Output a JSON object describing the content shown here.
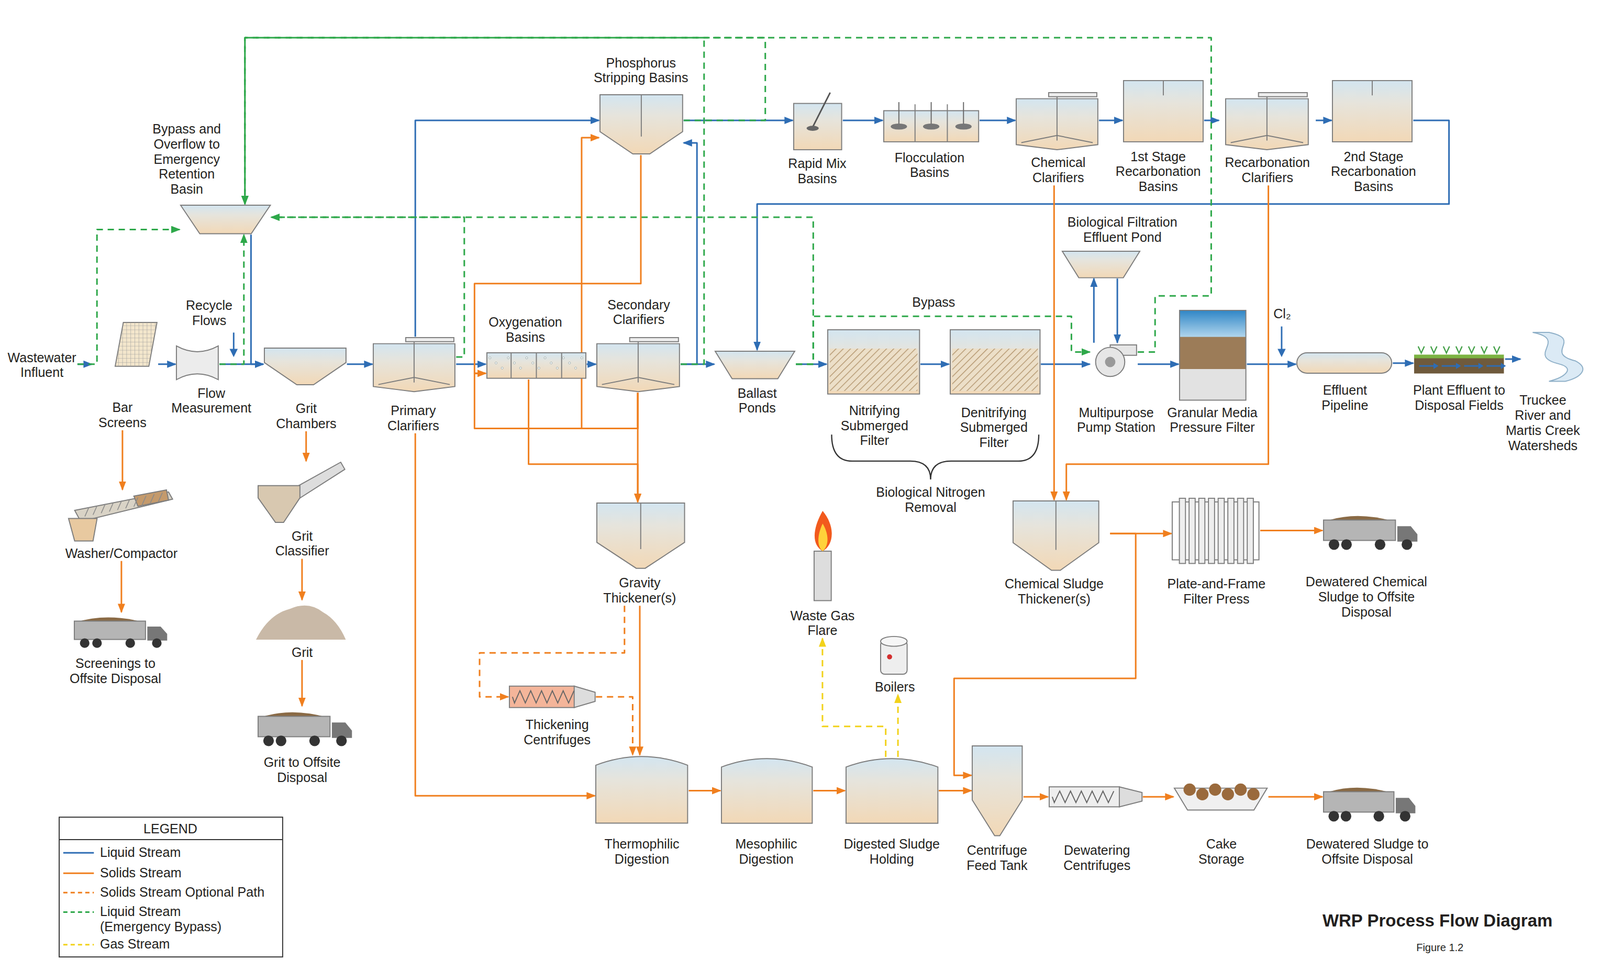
{
  "diagram": {
    "title": "WRP Process Flow Diagram",
    "caption": "Figure 1.2",
    "nodes": [
      {
        "text": [
          "Wastewater Influent"
        ]
      },
      {
        "text": [
          "Bar Screens"
        ]
      },
      {
        "text": [
          "Flow Measurement"
        ]
      },
      {
        "text": [
          "Grit Chambers"
        ]
      },
      {
        "text": [
          "Primary Clarifiers"
        ]
      },
      {
        "text": [
          "Oxygenation Basins"
        ]
      },
      {
        "text": [
          "Secondary Clarifiers"
        ]
      },
      {
        "text": [
          "Phosphorus Stripping Basins"
        ]
      },
      {
        "text": [
          "Rapid Mix Basins"
        ]
      },
      {
        "text": [
          "Flocculation Basins"
        ]
      },
      {
        "text": [
          "Chemical Clarifiers"
        ]
      },
      {
        "text": [
          "1st Stage Recarbonation Basins"
        ]
      },
      {
        "text": [
          "Recarbonation Clarifiers"
        ]
      },
      {
        "text": [
          "2nd Stage Recarbonation Basins"
        ]
      },
      {
        "text": [
          "Ballast Ponds"
        ]
      },
      {
        "text": [
          "Nitrifying Submerged Filter"
        ]
      },
      {
        "text": [
          "Denitrifying Submerged Filter"
        ]
      },
      {
        "text": [
          "Biological Filtration Effluent Pond"
        ]
      },
      {
        "text": [
          "Multipurpose Pump Station"
        ]
      },
      {
        "text": [
          "Granular Media Pressure Filter"
        ]
      },
      {
        "text": [
          "Effluent Pipeline"
        ]
      },
      {
        "text": [
          "Plant Effluent to Disposal Fields"
        ]
      },
      {
        "text": [
          "Truckee River and Martis Creek Watersheds"
        ]
      },
      {
        "text": [
          "Bypass and Overflow to Emergency Retention Basin"
        ]
      },
      {
        "text": [
          "Washer/Compactor"
        ]
      },
      {
        "text": [
          "Screenings to Offsite Disposal"
        ]
      },
      {
        "text": [
          "Grit Classifier"
        ]
      },
      {
        "text": [
          "Grit"
        ]
      },
      {
        "text": [
          "Grit to Offsite Disposal"
        ]
      },
      {
        "text": [
          "Gravity Thickener(s)"
        ]
      },
      {
        "text": [
          "Thickening Centrifuges"
        ]
      },
      {
        "text": [
          "Thermophilic Digestion"
        ]
      },
      {
        "text": [
          "Mesophilic Digestion"
        ]
      },
      {
        "text": [
          "Digested Sludge Holding"
        ]
      },
      {
        "text": [
          "Waste Gas Flare"
        ]
      },
      {
        "text": [
          "Boilers"
        ]
      },
      {
        "text": [
          "Centrifuge Feed Tank"
        ]
      },
      {
        "text": [
          "Dewatering Centrifuges"
        ]
      },
      {
        "text": [
          "Cake Storage"
        ]
      },
      {
        "text": [
          "Dewatered Sludge to Offsite Disposal"
        ]
      },
      {
        "text": [
          "Chemical Sludge Thickener(s)"
        ]
      },
      {
        "text": [
          "Plate-and-Frame Filter Press"
        ]
      },
      {
        "text": [
          "Dewatered Chemical Sludge to Offsite Disposal"
        ]
      }
    ],
    "edges": [
      {
        "from": 0,
        "to": 1,
        "arrow": "to"
      },
      {
        "from": 1,
        "to": 2,
        "arrow": "to"
      },
      {
        "from": 2,
        "to": 3,
        "arrow": "to"
      },
      {
        "from": 3,
        "to": 4,
        "arrow": "to"
      },
      {
        "from": 4,
        "to": 5,
        "arrow": "to"
      },
      {
        "from": 5,
        "to": 6,
        "arrow": "to"
      },
      {
        "from": 6,
        "to": 14,
        "arrow": "to"
      },
      {
        "from": 4,
        "to": 7,
        "arrow": "to"
      },
      {
        "from": 7,
        "to": 8,
        "arrow": "to"
      },
      {
        "from": 8,
        "to": 9,
        "arrow": "to"
      },
      {
        "from": 9,
        "to": 10,
        "arrow": "to"
      },
      {
        "from": 10,
        "to": 11,
        "arrow": "to"
      },
      {
        "from": 11,
        "to": 12,
        "arrow": "to"
      },
      {
        "from": 12,
        "to": 13,
        "arrow": "to"
      },
      {
        "from": 13,
        "to": 14,
        "arrow": "to"
      },
      {
        "from": 6,
        "to": 7,
        "arrow": "to"
      },
      {
        "from": 14,
        "to": 15,
        "arrow": "to"
      },
      {
        "from": 15,
        "to": 16,
        "arrow": "to"
      },
      {
        "from": 16,
        "to": 18,
        "arrow": "to"
      },
      {
        "from": 18,
        "to": 17,
        "arrow": "to"
      },
      {
        "from": 17,
        "to": 18,
        "arrow": "to"
      },
      {
        "from": 18,
        "to": 19,
        "arrow": "to"
      },
      {
        "from": 19,
        "to": 20,
        "arrow": "to"
      },
      {
        "from": 20,
        "to": 21,
        "arrow": "to"
      },
      {
        "from": 21,
        "to": 22,
        "arrow": "to"
      },
      {
        "from": 23,
        "to": 3,
        "arrow": "to"
      },
      {
        "from": 0,
        "to": 23,
        "arrow": "to"
      },
      {
        "from": 2,
        "to": 23,
        "arrow": "to"
      },
      {
        "from": 4,
        "to": 23,
        "arrow": "to"
      },
      {
        "from": 14,
        "to": 23,
        "arrow": "to"
      },
      {
        "from": 14,
        "to": 18,
        "label": "Bypass",
        "arrow": "to"
      },
      {
        "from": 18,
        "to": 23,
        "arrow": "to"
      },
      {
        "from": 7,
        "to": 23,
        "arrow": "to"
      },
      {
        "from": 6,
        "to": 23,
        "arrow": "to"
      },
      {
        "from": 1,
        "to": 24,
        "arrow": "to"
      },
      {
        "from": 24,
        "to": 25,
        "arrow": "to"
      },
      {
        "from": 3,
        "to": 26,
        "arrow": "to"
      },
      {
        "from": 26,
        "to": 27,
        "arrow": "to"
      },
      {
        "from": 27,
        "to": 28,
        "arrow": "to"
      },
      {
        "from": 4,
        "to": 31,
        "arrow": "to"
      },
      {
        "from": 7,
        "to": 5,
        "arrow": "to"
      },
      {
        "from": 6,
        "to": 7,
        "arrow": "to"
      },
      {
        "from": 6,
        "to": 5,
        "arrow": "to"
      },
      {
        "from": 6,
        "to": 29,
        "arrow": "to"
      },
      {
        "from": 5,
        "to": 29,
        "arrow": "to"
      },
      {
        "from": 29,
        "to": 31,
        "arrow": "to"
      },
      {
        "from": 29,
        "to": 30,
        "arrow": "to"
      },
      {
        "from": 30,
        "to": 31,
        "arrow": "to"
      },
      {
        "from": 31,
        "to": 32,
        "arrow": "to"
      },
      {
        "from": 32,
        "to": 33,
        "arrow": "to"
      },
      {
        "from": 33,
        "to": 36,
        "arrow": "to"
      },
      {
        "from": 36,
        "to": 37,
        "arrow": "to"
      },
      {
        "from": 37,
        "to": 38,
        "arrow": "to"
      },
      {
        "from": 38,
        "to": 39,
        "arrow": "to"
      },
      {
        "from": 10,
        "to": 40,
        "arrow": "to"
      },
      {
        "from": 12,
        "to": 40,
        "arrow": "to"
      },
      {
        "from": 40,
        "to": 41,
        "arrow": "to"
      },
      {
        "from": 41,
        "to": 42,
        "arrow": "to"
      },
      {
        "from": 40,
        "to": 36,
        "arrow": "to"
      },
      {
        "from": 33,
        "to": 34,
        "arrow": "to"
      },
      {
        "from": 33,
        "to": 35,
        "arrow": "to"
      }
    ],
    "labels": [
      "Recycle Flows",
      "Cl₂",
      "Biological Nitrogen Removal",
      "LEGEND"
    ],
    "legend": [
      {
        "text": "Liquid Stream"
      },
      {
        "text": "Solids Stream"
      },
      {
        "text": "Solids Stream Optional Path"
      },
      {
        "text": "Liquid Stream (Emergency Bypass)"
      },
      {
        "text": "Gas Stream"
      }
    ]
  }
}
